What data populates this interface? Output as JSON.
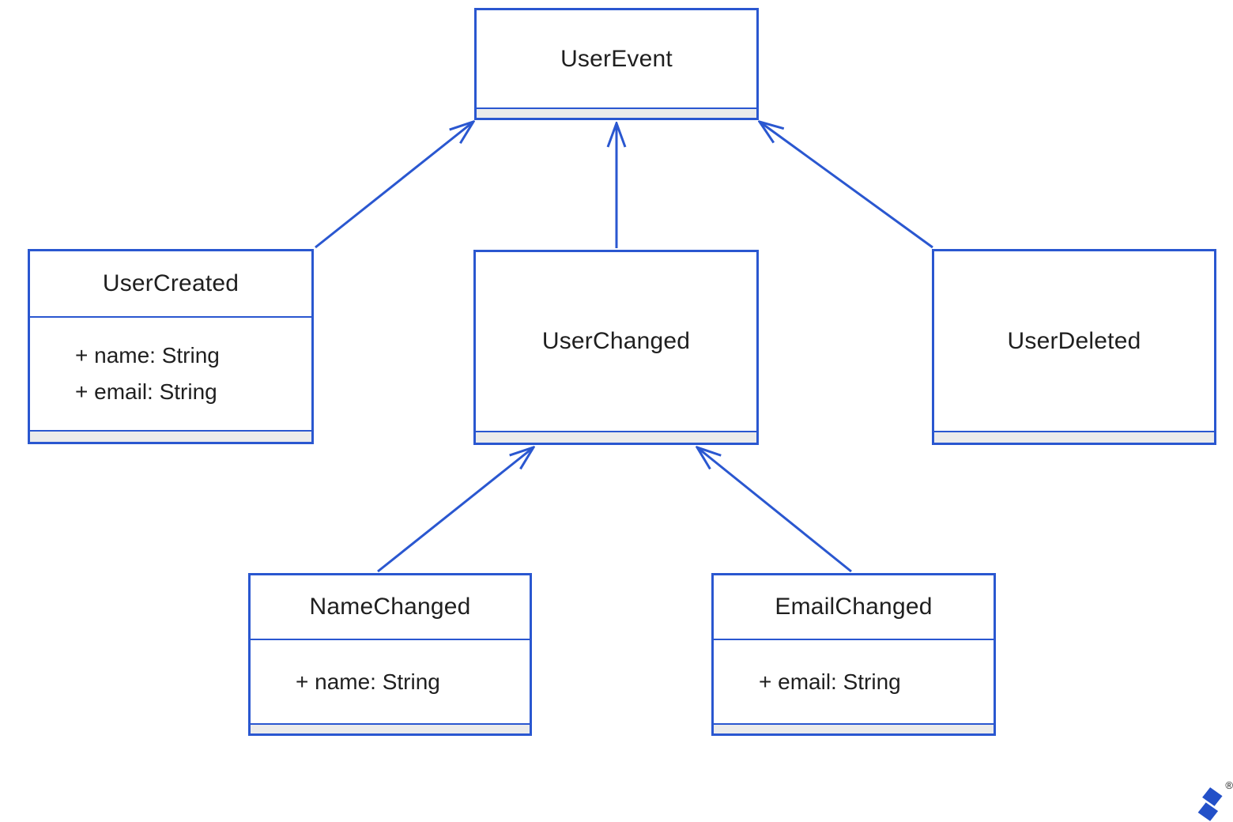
{
  "diagram": {
    "type": "uml-class-diagram",
    "classes": [
      {
        "id": "user-event",
        "name": "UserEvent",
        "attributes": []
      },
      {
        "id": "user-created",
        "name": "UserCreated",
        "attributes": [
          "+ name: String",
          "+ email: String"
        ]
      },
      {
        "id": "user-changed",
        "name": "UserChanged",
        "attributes": []
      },
      {
        "id": "user-deleted",
        "name": "UserDeleted",
        "attributes": []
      },
      {
        "id": "name-changed",
        "name": "NameChanged",
        "attributes": [
          "+ name: String"
        ]
      },
      {
        "id": "email-changed",
        "name": "EmailChanged",
        "attributes": [
          "+ email: String"
        ]
      }
    ],
    "relations": [
      {
        "from": "UserCreated",
        "to": "UserEvent",
        "type": "inheritance"
      },
      {
        "from": "UserChanged",
        "to": "UserEvent",
        "type": "inheritance"
      },
      {
        "from": "UserDeleted",
        "to": "UserEvent",
        "type": "inheritance"
      },
      {
        "from": "NameChanged",
        "to": "UserChanged",
        "type": "inheritance"
      },
      {
        "from": "EmailChanged",
        "to": "UserChanged",
        "type": "inheritance"
      }
    ],
    "colors": {
      "line": "#2a57d0",
      "text": "#1f1f1f",
      "compartment_fill": "#ebebeb",
      "logo": "#2350c8",
      "bg": "#ffffff"
    }
  },
  "logo": {
    "name": "toptal-logo",
    "registered_mark": "®"
  }
}
